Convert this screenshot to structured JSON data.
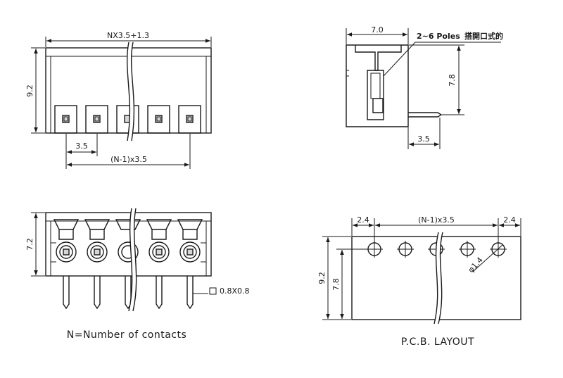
{
  "front_view": {
    "width_dim": "NX3.5+1.3",
    "height_dim": "9.2",
    "pitch_dim": "3.5",
    "span_dim": "(N-1)x3.5"
  },
  "side_view": {
    "width_dim": "7.0",
    "poles_note": "2~6 Poles",
    "poles_note_cjk": "搭開口式的",
    "height_dim": "7.8",
    "pin_offset_dim": "3.5"
  },
  "bottom_view": {
    "height_dim": "7.2",
    "pin_dim": "0.8X0.8",
    "caption": "N=Number of contacts"
  },
  "pcb_layout": {
    "left_margin_dim": "2.4",
    "span_dim": "(N-1)x3.5",
    "right_margin_dim": "2.4",
    "hole_dim": "φ1.4",
    "outer_height_dim": "9.2",
    "inner_height_dim": "7.8",
    "caption": "P.C.B. LAYOUT"
  }
}
